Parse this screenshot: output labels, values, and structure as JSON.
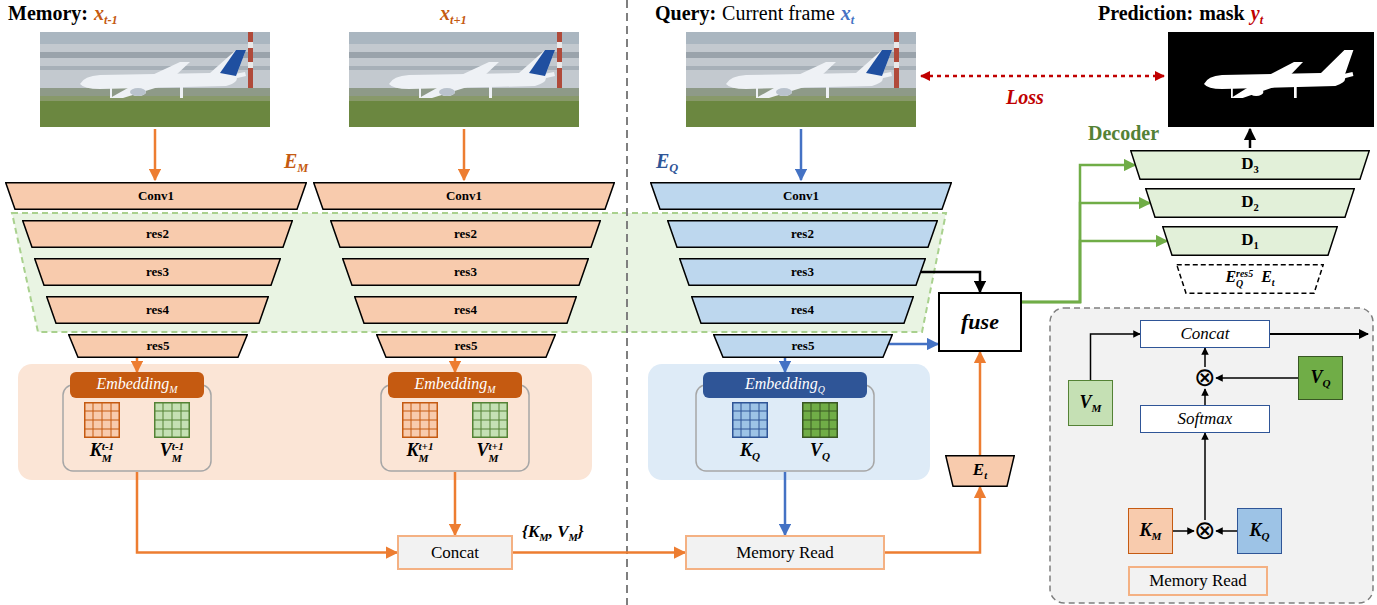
{
  "diagram": {
    "nodes": [
      {
        "text": [
          "Conv1"
        ]
      },
      {
        "text": [
          "res2"
        ]
      },
      {
        "text": [
          "res3"
        ]
      },
      {
        "text": [
          "res4"
        ]
      },
      {
        "text": [
          "res5"
        ]
      },
      {
        "text": [
          "Conv1"
        ]
      },
      {
        "text": [
          "res2"
        ]
      },
      {
        "text": [
          "res3"
        ]
      },
      {
        "text": [
          "res4"
        ]
      },
      {
        "text": [
          "res5"
        ]
      },
      {
        "text": [
          "Conv1"
        ]
      },
      {
        "text": [
          "res2"
        ]
      },
      {
        "text": [
          "res3"
        ]
      },
      {
        "text": [
          "res4"
        ]
      },
      {
        "text": [
          "res5"
        ]
      },
      {
        "text": [
          "Embedding",
          "M"
        ]
      },
      {
        "text": [
          "K",
          "M",
          "t-1"
        ],
        "in": 15
      },
      {
        "text": [
          "V",
          "M",
          "t-1"
        ],
        "in": 15
      },
      {
        "text": [
          "Embedding",
          "M"
        ]
      },
      {
        "text": [
          "K",
          "M",
          "t+1"
        ],
        "in": 18
      },
      {
        "text": [
          "V",
          "M",
          "t+1"
        ],
        "in": 18
      },
      {
        "text": [
          "Embedding",
          "Q"
        ]
      },
      {
        "text": [
          "K",
          "Q"
        ],
        "in": 21
      },
      {
        "text": [
          "V",
          "Q"
        ],
        "in": 21
      },
      {
        "text": [
          "Concat"
        ]
      },
      {
        "text": [
          "Memory Read"
        ]
      },
      {
        "text": [
          "fuse"
        ]
      },
      {
        "text": [
          "E",
          "t"
        ]
      },
      {
        "text": [
          "D",
          "3"
        ]
      },
      {
        "text": [
          "D",
          "2"
        ]
      },
      {
        "text": [
          "D",
          "1"
        ]
      },
      {
        "text": [
          "E",
          "res5",
          "Q",
          "E",
          "t"
        ]
      },
      {
        "text": [
          "Concat"
        ]
      },
      {
        "text": [
          "V",
          "M"
        ]
      },
      {
        "text": [
          "⊗"
        ]
      },
      {
        "text": [
          "V",
          "Q"
        ]
      },
      {
        "text": [
          "Softmax"
        ]
      },
      {
        "text": [
          "⊗"
        ]
      },
      {
        "text": [
          "K",
          "M"
        ]
      },
      {
        "text": [
          "K",
          "Q"
        ]
      },
      {
        "text": [
          "Memory Read"
        ]
      }
    ],
    "edges": [
      {
        "from": 4,
        "to": 15,
        "arrow": "to"
      },
      {
        "from": 9,
        "to": 18,
        "arrow": "to"
      },
      {
        "from": 14,
        "to": 21,
        "arrow": "to"
      },
      {
        "from": 15,
        "to": 24,
        "arrow": "to"
      },
      {
        "from": 18,
        "to": 24,
        "arrow": "to"
      },
      {
        "from": 24,
        "to": 25,
        "arrow": "to"
      },
      {
        "from": 21,
        "to": 25,
        "arrow": "to"
      },
      {
        "from": 25,
        "to": 27,
        "arrow": "to"
      },
      {
        "from": 27,
        "to": 26,
        "arrow": "to"
      },
      {
        "from": 12,
        "to": 26,
        "arrow": "to"
      },
      {
        "from": 14,
        "to": 26,
        "arrow": "to"
      },
      {
        "from": 26,
        "to": 28,
        "arrow": "to"
      },
      {
        "from": 26,
        "to": 29,
        "arrow": "to"
      },
      {
        "from": 26,
        "to": 30,
        "arrow": "to"
      },
      {
        "from": 33,
        "to": 32,
        "arrow": "to"
      },
      {
        "from": 34,
        "to": 32,
        "arrow": "to"
      },
      {
        "from": 35,
        "to": 34,
        "arrow": "to"
      },
      {
        "from": 36,
        "to": 34,
        "arrow": "to"
      },
      {
        "from": 37,
        "to": 36,
        "arrow": "to"
      },
      {
        "from": 38,
        "to": 37,
        "arrow": "to"
      },
      {
        "from": 39,
        "to": 37,
        "arrow": "to"
      }
    ],
    "labels": [
      "Memory:",
      "x",
      "t-1",
      "x",
      "t+1",
      "Query:",
      "Current frame",
      "x",
      "t",
      "Prediction:",
      "mask",
      "y",
      "t",
      "E",
      "M",
      "E",
      "Q",
      "Loss",
      "Decoder",
      "{K",
      "M",
      ", V",
      "M",
      "}"
    ]
  }
}
